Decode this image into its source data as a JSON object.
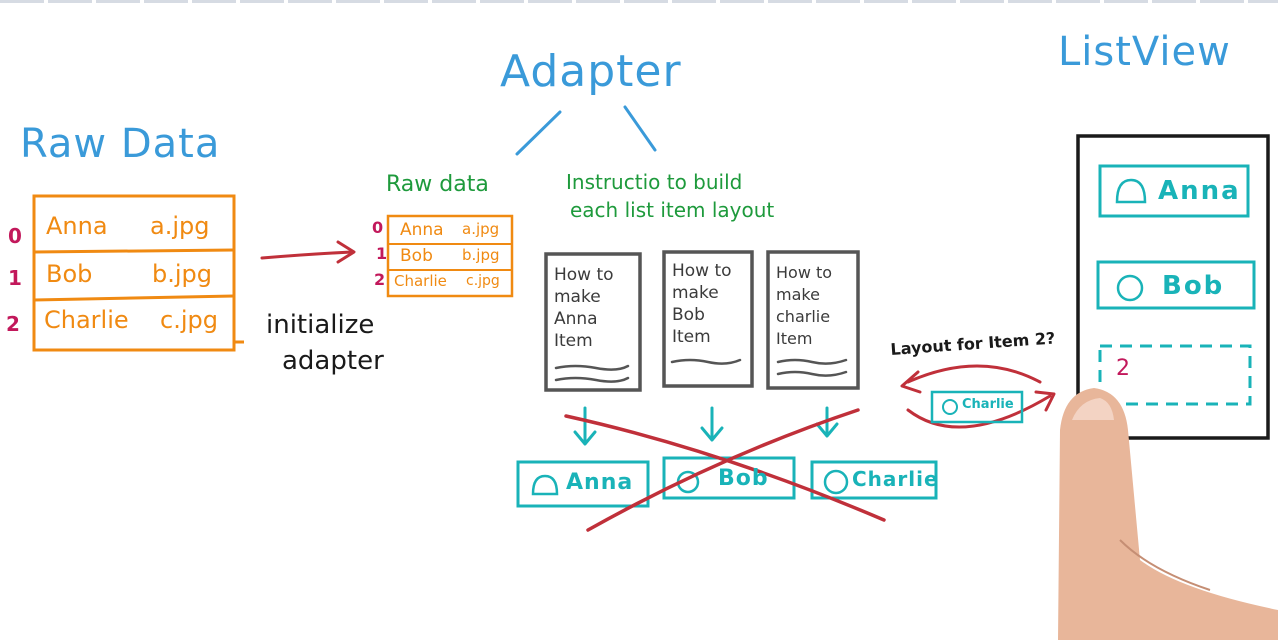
{
  "titles": {
    "adapter": "Adapter",
    "list_view": "ListView",
    "raw_data": "Raw Data"
  },
  "raw_data_table": {
    "rows": [
      {
        "index": "0",
        "name": "Anna",
        "file": "a.jpg"
      },
      {
        "index": "1",
        "name": "Bob",
        "file": "b.jpg"
      },
      {
        "index": "2",
        "name": "Charlie",
        "file": "c.jpg"
      }
    ]
  },
  "init_label": {
    "line1": "initialize",
    "line2": "adapter"
  },
  "adapter_parts": {
    "raw_data_label": "Raw data",
    "instructions_line1": "Instructio to build",
    "instructions_line2": "each list item layout",
    "small_rows": [
      {
        "index": "0",
        "name": "Anna",
        "file": "a.jpg"
      },
      {
        "index": "1",
        "name": "Bob",
        "file": "b.jpg"
      },
      {
        "index": "2",
        "name": "Charlie",
        "file": "c.jpg"
      }
    ]
  },
  "instruction_cards": [
    {
      "text": "How to\nmake\nAnna\nItem"
    },
    {
      "text": "How to\nmake\nBob\nItem"
    },
    {
      "text": "How to\nmake\ncharlie\nItem"
    }
  ],
  "built_items": [
    {
      "label": "Anna"
    },
    {
      "label": "Bob"
    },
    {
      "label": "Charlie"
    }
  ],
  "list_view": {
    "items": [
      {
        "label": "Anna"
      },
      {
        "label": "Bob"
      }
    ],
    "placeholder_index": "2"
  },
  "request": {
    "question": "Layout for Item 2?",
    "returned_item": "Charlie"
  },
  "colors": {
    "blue": "#3a9ad9",
    "orange": "#f08a12",
    "green": "#1e9a3c",
    "teal": "#19b3b8",
    "red": "#c0303a",
    "black": "#1a1a1a"
  }
}
